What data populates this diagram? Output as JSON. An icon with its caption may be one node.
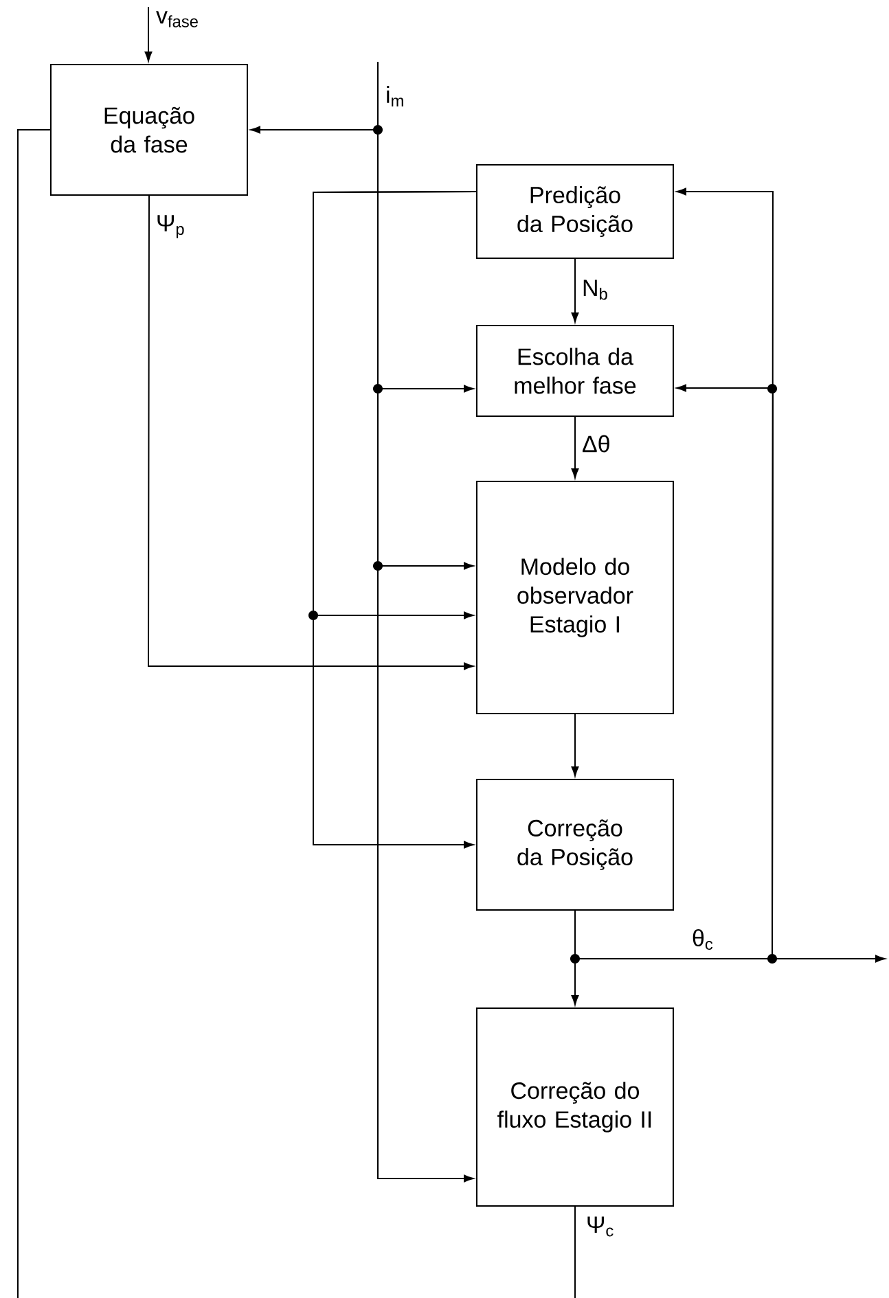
{
  "diagram": {
    "nodes": [
      {
        "text": [
          "Equação da fase"
        ]
      },
      {
        "text": [
          "Predição da Posição"
        ]
      },
      {
        "text": [
          "Escolha da melhor fase"
        ]
      },
      {
        "text": [
          "Modelo do observador Estagio I"
        ]
      },
      {
        "text": [
          "Correção da Posição"
        ]
      },
      {
        "text": [
          "Correção do fluxo Estagio II"
        ]
      }
    ],
    "edges": [
      {
        "from": null,
        "to": 0,
        "arrow": "to",
        "label": "v$_{fase}$"
      },
      {
        "from": null,
        "to": 0,
        "arrow": "to",
        "label": "i$_{m}$"
      },
      {
        "from": null,
        "to": 2,
        "arrow": "to"
      },
      {
        "from": null,
        "to": 3,
        "arrow": "to"
      },
      {
        "from": null,
        "to": 5,
        "arrow": "to"
      },
      {
        "from": 1,
        "to": 2,
        "arrow": "to",
        "label": "N$_{b}$"
      },
      {
        "from": 2,
        "to": 3,
        "arrow": "to",
        "label": "Δθ"
      },
      {
        "from": 0,
        "to": 3,
        "arrow": "to",
        "label": "Ψ$_{p}$"
      },
      {
        "from": 1,
        "to": 3,
        "arrow": "to"
      },
      {
        "from": 1,
        "to": 4,
        "arrow": "to"
      },
      {
        "from": 3,
        "to": 4,
        "arrow": "to"
      },
      {
        "from": 4,
        "to": 5,
        "arrow": "to"
      },
      {
        "from": 4,
        "to": 1,
        "arrow": "to",
        "label": "θ$_{c}$"
      },
      {
        "from": 4,
        "to": 2,
        "arrow": "to"
      },
      {
        "from": 4,
        "to": null,
        "arrow": "to"
      },
      {
        "from": 5,
        "to": null,
        "arrow": "none",
        "label": "Ψ$_{c}$"
      },
      {
        "from": 0,
        "to": null,
        "arrow": "none"
      }
    ]
  }
}
